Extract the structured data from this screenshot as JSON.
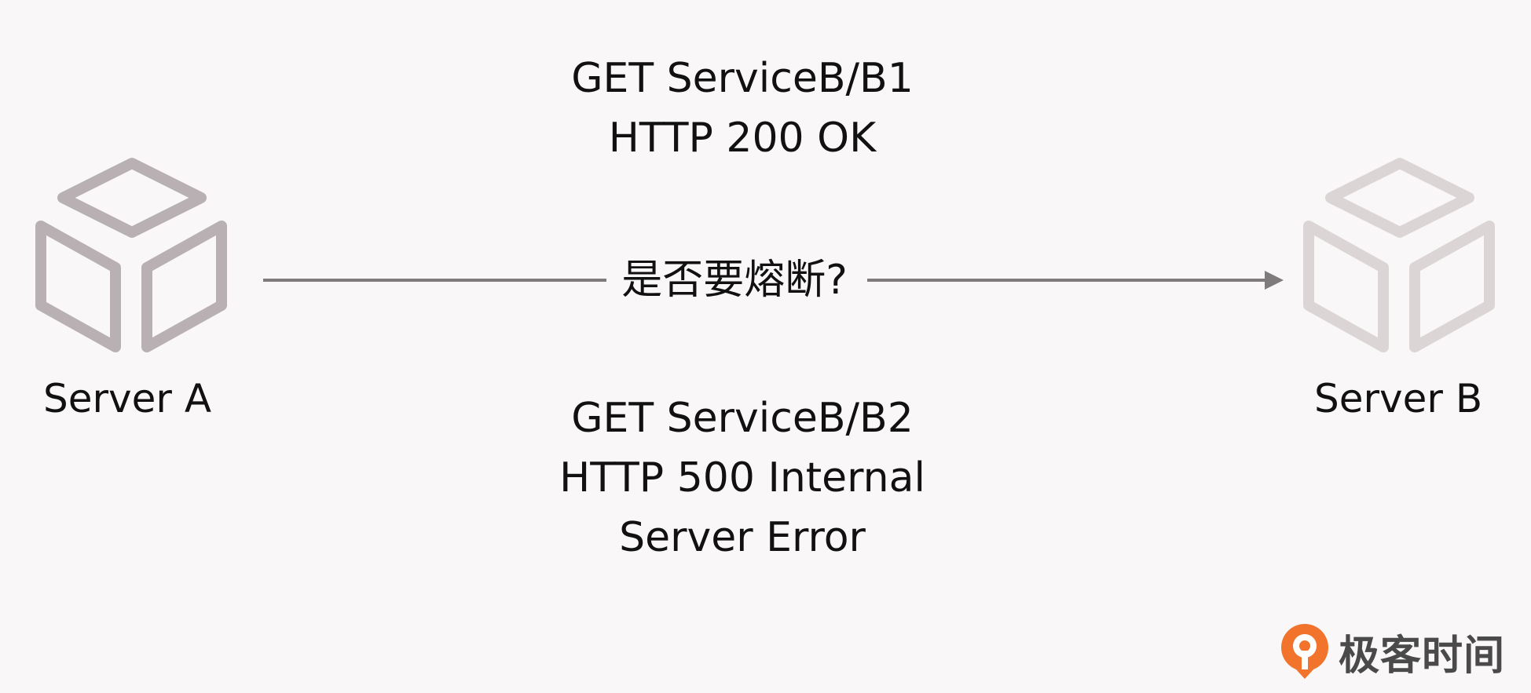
{
  "diagram": {
    "server_a": {
      "label": "Server A",
      "color": "#b8b0b2"
    },
    "server_b": {
      "label": "Server B",
      "color": "#dcd5d6"
    },
    "request_b1": {
      "line1": "GET ServiceB/B1",
      "line2": "HTTP 200 OK"
    },
    "arrow": {
      "label": "是否要熔断?",
      "color": "#7f7b7c"
    },
    "request_b2": {
      "line1": "GET ServiceB/B2",
      "line2": "HTTP 500 Internal",
      "line3": "Server Error"
    }
  },
  "brand": {
    "name": "极客时间",
    "accent": "#f1732c"
  }
}
